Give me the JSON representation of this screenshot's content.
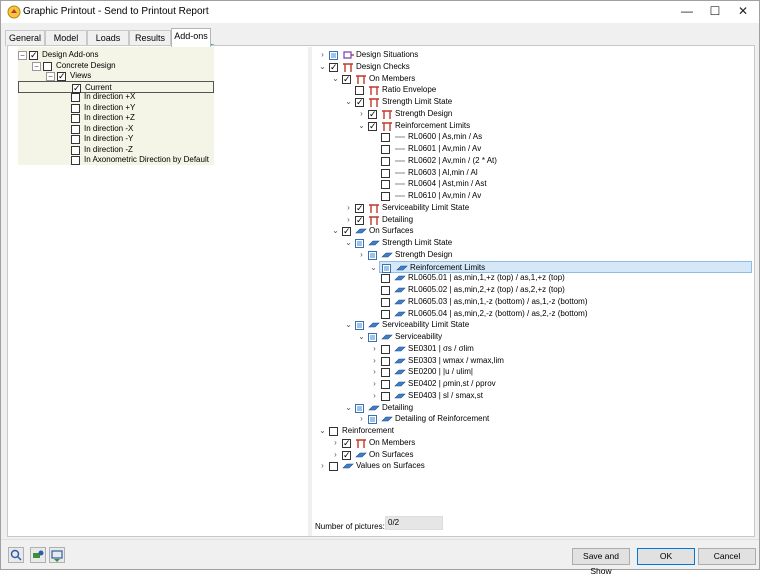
{
  "window": {
    "title": "Graphic Printout - Send to Printout Report",
    "minimize": "—",
    "maximize": "☐",
    "close": "✕"
  },
  "tabs": [
    {
      "label": "General",
      "active": false
    },
    {
      "label": "Model",
      "active": false
    },
    {
      "label": "Loads",
      "active": false
    },
    {
      "label": "Results",
      "active": false
    },
    {
      "label": "Add-ons",
      "active": true
    }
  ],
  "left_tree": [
    {
      "label": "Design Add-ons",
      "checked": "checked",
      "expander": "−",
      "level": 0
    },
    {
      "label": "Concrete Design",
      "checked": "unchecked",
      "expander": "−",
      "level": 1
    },
    {
      "label": "Views",
      "checked": "checked",
      "expander": "−",
      "level": 2
    },
    {
      "label": "Current",
      "checked": "checked",
      "expander": "",
      "level": 3,
      "current": true
    },
    {
      "label": "In direction +X",
      "checked": "unchecked",
      "expander": "",
      "level": 3
    },
    {
      "label": "In direction +Y",
      "checked": "unchecked",
      "expander": "",
      "level": 3
    },
    {
      "label": "In direction +Z",
      "checked": "unchecked",
      "expander": "",
      "level": 3
    },
    {
      "label": "In direction -X",
      "checked": "unchecked",
      "expander": "",
      "level": 3
    },
    {
      "label": "In direction -Y",
      "checked": "unchecked",
      "expander": "",
      "level": 3
    },
    {
      "label": "In direction -Z",
      "checked": "unchecked",
      "expander": "",
      "level": 3
    },
    {
      "label": "In Axonometric Direction by Default",
      "checked": "unchecked",
      "expander": "",
      "level": 3
    }
  ],
  "right_tree": [
    {
      "label": "Design Situations",
      "checked": "partial",
      "expander": ">",
      "icon": "design-situations",
      "level": 0
    },
    {
      "label": "Design Checks",
      "checked": "checked",
      "expander": "v",
      "icon": "member",
      "level": 0
    },
    {
      "label": "On Members",
      "checked": "checked",
      "expander": "v",
      "icon": "member",
      "level": 1
    },
    {
      "label": "Ratio Envelope",
      "checked": "unchecked",
      "expander": "",
      "icon": "member",
      "level": 2
    },
    {
      "label": "Strength Limit State",
      "checked": "checked",
      "expander": "v",
      "icon": "member",
      "level": 2
    },
    {
      "label": "Strength Design",
      "checked": "checked",
      "expander": ">",
      "icon": "member",
      "level": 3
    },
    {
      "label": "Reinforcement Limits",
      "checked": "checked",
      "expander": "v",
      "icon": "member",
      "level": 3
    },
    {
      "label": "RL0600 | As,min / As",
      "checked": "unchecked",
      "expander": "",
      "icon": "line",
      "level": 4
    },
    {
      "label": "RL0601 | Av,min / Av",
      "checked": "unchecked",
      "expander": "",
      "icon": "line",
      "level": 4
    },
    {
      "label": "RL0602 | Av,min / (2 * At)",
      "checked": "unchecked",
      "expander": "",
      "icon": "line",
      "level": 4
    },
    {
      "label": "RL0603 | Al,min / Al",
      "checked": "unchecked",
      "expander": "",
      "icon": "line",
      "level": 4
    },
    {
      "label": "RL0604 | Ast,min / Ast",
      "checked": "unchecked",
      "expander": "",
      "icon": "line",
      "level": 4
    },
    {
      "label": "RL0610 | Av,min / Av",
      "checked": "unchecked",
      "expander": "",
      "icon": "line",
      "level": 4
    },
    {
      "label": "Serviceability Limit State",
      "checked": "checked",
      "expander": ">",
      "icon": "member",
      "level": 2
    },
    {
      "label": "Detailing",
      "checked": "checked",
      "expander": ">",
      "icon": "member",
      "level": 2
    },
    {
      "label": "On Surfaces",
      "checked": "checked",
      "expander": "v",
      "icon": "surface",
      "level": 1
    },
    {
      "label": "Strength Limit State",
      "checked": "partial",
      "expander": "v",
      "icon": "surface",
      "level": 2
    },
    {
      "label": "Strength Design",
      "checked": "partial",
      "expander": ">",
      "icon": "surface",
      "level": 3
    },
    {
      "label": "Reinforcement Limits",
      "checked": "partial",
      "expander": "v",
      "icon": "surface",
      "level": 3,
      "selected": true
    },
    {
      "label": "RL0605.01 | as,min,1,+z (top) / as,1,+z (top)",
      "checked": "unchecked",
      "expander": "",
      "icon": "surface",
      "level": 4
    },
    {
      "label": "RL0605.02 | as,min,2,+z (top) / as,2,+z (top)",
      "checked": "unchecked",
      "expander": "",
      "icon": "surface",
      "level": 4
    },
    {
      "label": "RL0605.03 | as,min,1,-z (bottom) / as,1,-z (bottom)",
      "checked": "unchecked",
      "expander": "",
      "icon": "surface",
      "level": 4
    },
    {
      "label": "RL0605.04 | as,min,2,-z (bottom) / as,2,-z (bottom)",
      "checked": "unchecked",
      "expander": "",
      "icon": "surface",
      "level": 4
    },
    {
      "label": "Serviceability Limit State",
      "checked": "partial",
      "expander": "v",
      "icon": "surface",
      "level": 2
    },
    {
      "label": "Serviceability",
      "checked": "partial",
      "expander": "v",
      "icon": "surface",
      "level": 3
    },
    {
      "label": "SE0301 | σs / σlim",
      "checked": "unchecked",
      "expander": ">",
      "icon": "surface",
      "level": 4
    },
    {
      "label": "SE0303 | wmax / wmax,lim",
      "checked": "unchecked",
      "expander": ">",
      "icon": "surface",
      "level": 4
    },
    {
      "label": "SE0200 | |u / ulim|",
      "checked": "unchecked",
      "expander": ">",
      "icon": "surface",
      "level": 4
    },
    {
      "label": "SE0402 | ρmin,st / ρprov",
      "checked": "unchecked",
      "expander": ">",
      "icon": "surface",
      "level": 4
    },
    {
      "label": "SE0403 | sl / smax,st",
      "checked": "unchecked",
      "expander": ">",
      "icon": "surface",
      "level": 4
    },
    {
      "label": "Detailing",
      "checked": "partial",
      "expander": "v",
      "icon": "surface",
      "level": 2
    },
    {
      "label": "Detailing of Reinforcement",
      "checked": "partial",
      "expander": ">",
      "icon": "surface",
      "level": 3
    },
    {
      "label": "Reinforcement",
      "checked": "unchecked",
      "expander": "v",
      "icon": "none",
      "level": 0
    },
    {
      "label": "On Members",
      "checked": "checked",
      "expander": ">",
      "icon": "member",
      "level": 1
    },
    {
      "label": "On Surfaces",
      "checked": "checked",
      "expander": ">",
      "icon": "surface",
      "level": 1
    },
    {
      "label": "Values on Surfaces",
      "checked": "unchecked",
      "expander": ">",
      "icon": "surface",
      "level": 0
    }
  ],
  "footer": {
    "pictures_label": "Number of pictures:",
    "pictures_value": "0/2"
  },
  "buttons": {
    "save_and_show": "Save and Show",
    "ok": "OK",
    "cancel": "Cancel"
  },
  "colors": {
    "accent": "#0078d7",
    "selection": "#d5e8f8",
    "arrow": "#1e9e6e",
    "member_icon": "#c0392b",
    "surface_icon": "#3f7fc9"
  }
}
